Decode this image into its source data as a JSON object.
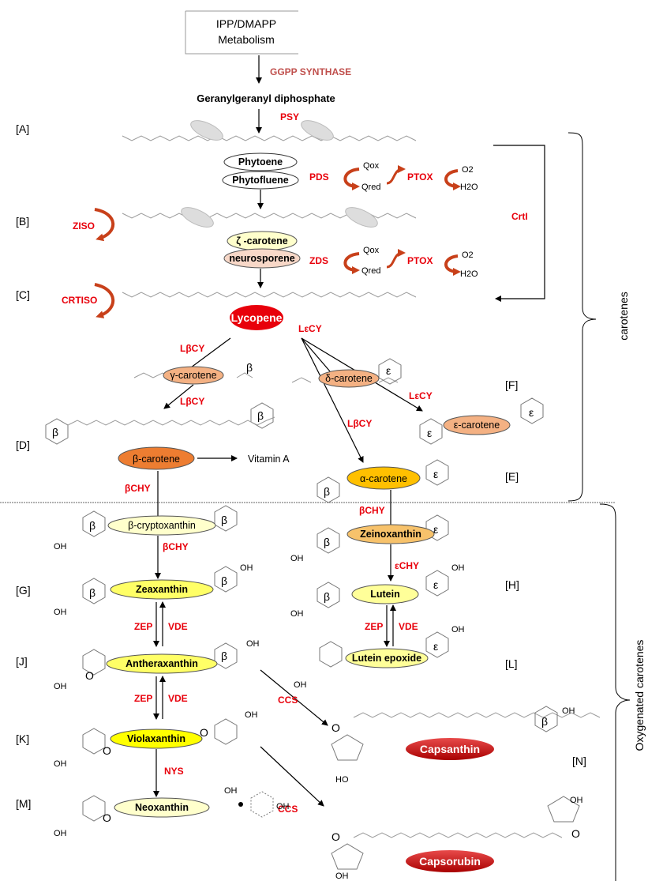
{
  "header": {
    "line1": "IPP/DMAPP",
    "line2": "Metabolism"
  },
  "enzymes": {
    "ggpp_synthase": "GGPP SYNTHASE",
    "psy": "PSY",
    "pds": "PDS",
    "ptox1": "PTOX",
    "ptox2": "PTOX",
    "ziso": "ZISO",
    "crti": "CrtI",
    "zds": "ZDS",
    "crtiso": "CRTISO",
    "lecy1": "LεCY",
    "lbcy1": "LβCY",
    "lbcy2": "LβCY",
    "lecy2": "LεCY",
    "lbcy3": "LβCY",
    "bchy1": "βCHY",
    "bchy2": "βCHY",
    "bchy3": "βCHY",
    "echy": "εCHY",
    "zep1": "ZEP",
    "vde1": "VDE",
    "zep2": "ZEP",
    "vde2": "VDE",
    "zep3": "ZEP",
    "vde3": "VDE",
    "ccs1": "CCS",
    "ccs2": "CCS",
    "nys": "NYS"
  },
  "redox": {
    "qox1": "Qox",
    "qred1": "Qred",
    "o2_1": "O2",
    "h2o_1": "H2O",
    "qox2": "Qox",
    "qred2": "Qred",
    "o2_2": "O2",
    "h2o_2": "H2O"
  },
  "compounds": {
    "ggpp": "Geranylgeranyl diphosphate",
    "phytoene": "Phytoene",
    "phytofluene": "Phytofluene",
    "zeta_carotene": "ζ -carotene",
    "neurosporene": "neurosporene",
    "lycopene": "Lycopene",
    "gamma_carotene": "γ-carotene",
    "delta_carotene": "δ-carotene",
    "epsilon_carotene": "ε-carotene",
    "beta_carotene": "β-carotene",
    "alpha_carotene": "α-carotene",
    "beta_cryptoxanthin": "β-cryptoxanthin",
    "zeinoxanthin": "Zeinoxanthin",
    "zeaxanthin": "Zeaxanthin",
    "lutein": "Lutein",
    "antheraxanthin": "Antheraxanthin",
    "lutein_epoxide": "Lutein epoxide",
    "violaxanthin": "Violaxanthin",
    "neoxanthin": "Neoxanthin",
    "capsanthin": "Capsanthin",
    "capsorubin": "Capsorubin",
    "vitamin_a": "Vitamin A"
  },
  "step_labels": {
    "a": "[A]",
    "b": "[B]",
    "c": "[C]",
    "d": "[D]",
    "e": "[E]",
    "f": "[F]",
    "g": "[G]",
    "h": "[H]",
    "j": "[J]",
    "k": "[K]",
    "l": "[L]",
    "m": "[M]",
    "n": "[N]"
  },
  "groups": {
    "carotenes": "carotenes",
    "oxygenated": "Oxygenated carotenes"
  },
  "ring_labels": {
    "beta": "β",
    "epsilon": "ε"
  },
  "atoms": {
    "oh": "OH",
    "ho": "HO",
    "o": "O"
  },
  "colors": {
    "enzyme_red": "#e8000b",
    "ggpp_synthase": "#c0504d",
    "lycopene": "#e8000b",
    "zeta_fill": "#ffffcc",
    "neurosporene_fill": "#f8d8c8",
    "gamma_fill": "#f4b183",
    "beta_fill": "#ed7d31",
    "alpha_fill": "#ffc000",
    "xanthophyll_fill": "#ffff66",
    "capsanthin": "#c00000"
  }
}
